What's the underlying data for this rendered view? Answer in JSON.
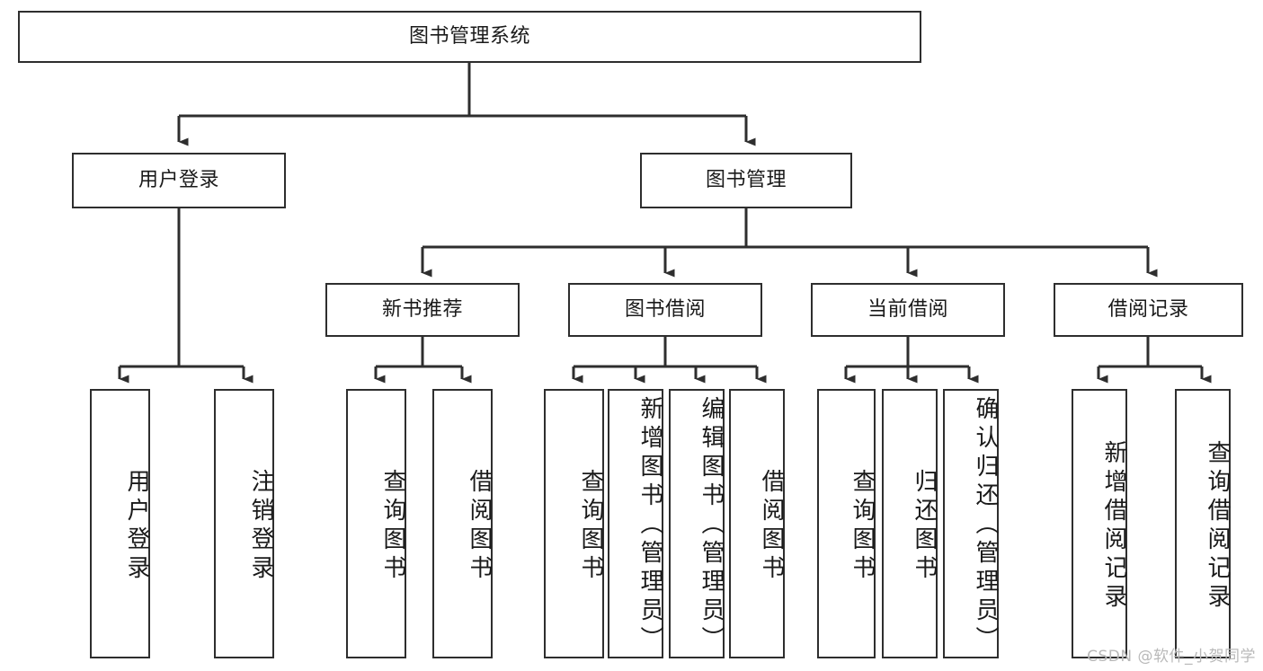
{
  "diagram": {
    "title": "图书管理系统",
    "type": "tree-hierarchy-chart",
    "watermark": "CSDN @软件_小贺同学",
    "colors": {
      "box_border": "#2e2e2e",
      "box_fill": "#ffffff",
      "connector": "#2e2e2e",
      "text": "#1a1a1a",
      "watermark": "#b9b9b9",
      "background": "#ffffff"
    },
    "root": {
      "label": "图书管理系统"
    },
    "level2": [
      {
        "label": "用户登录"
      },
      {
        "label": "图书管理"
      }
    ],
    "level3": [
      {
        "label": "新书推荐"
      },
      {
        "label": "图书借阅"
      },
      {
        "label": "当前借阅"
      },
      {
        "label": "借阅记录"
      }
    ],
    "leaves": {
      "user_login": [
        {
          "label": "用户登录"
        },
        {
          "label": "注销登录"
        }
      ],
      "new_book_recommend": [
        {
          "label": "查询图书"
        },
        {
          "label": "借阅图书"
        }
      ],
      "book_borrow": [
        {
          "label": "查询图书"
        },
        {
          "label": "新增图书（管理员）"
        },
        {
          "label": "编辑图书（管理员）"
        },
        {
          "label": "借阅图书"
        }
      ],
      "current_borrow": [
        {
          "label": "查询图书"
        },
        {
          "label": "归还图书"
        },
        {
          "label": "确认归还（管理员）"
        }
      ],
      "borrow_record": [
        {
          "label": "新增借阅记录"
        },
        {
          "label": "查询借阅记录"
        }
      ]
    }
  }
}
